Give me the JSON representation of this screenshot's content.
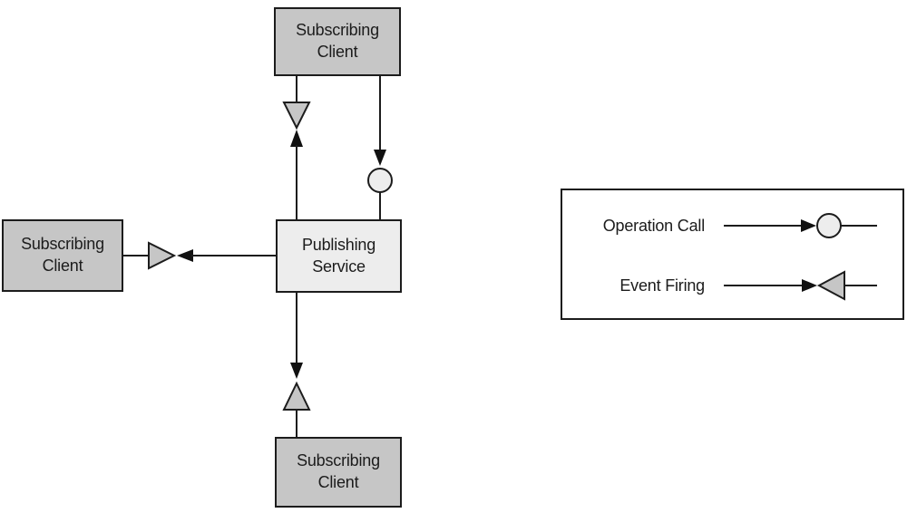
{
  "diagram": {
    "nodes": {
      "top_client": {
        "label": "Subscribing Client"
      },
      "left_client": {
        "label": "Subscribing Client"
      },
      "bottom_client": {
        "label": "Subscribing Client"
      },
      "publishing_service": {
        "label": "Publishing Service"
      }
    },
    "connections": [
      {
        "from": "subscribing-client-top",
        "to": "publishing-service",
        "type": "operation-call"
      },
      {
        "from": "publishing-service",
        "to": "subscribing-client-top",
        "type": "event-firing"
      },
      {
        "from": "publishing-service",
        "to": "subscribing-client-left",
        "type": "event-firing"
      },
      {
        "from": "publishing-service",
        "to": "subscribing-client-bottom",
        "type": "event-firing"
      }
    ],
    "legend": {
      "items": [
        {
          "label": "Operation Call",
          "symbol": "line-arrow-circle"
        },
        {
          "label": "Event Firing",
          "symbol": "line-arrow-gray-triangle"
        }
      ]
    },
    "colors": {
      "client_fill": "#c6c6c6",
      "service_fill": "#ededed",
      "circle_fill": "#ededed",
      "triangle_fill": "#c6c6c6",
      "line": "#1c1c1c",
      "arrowhead": "#111111",
      "background": "#ffffff"
    }
  }
}
